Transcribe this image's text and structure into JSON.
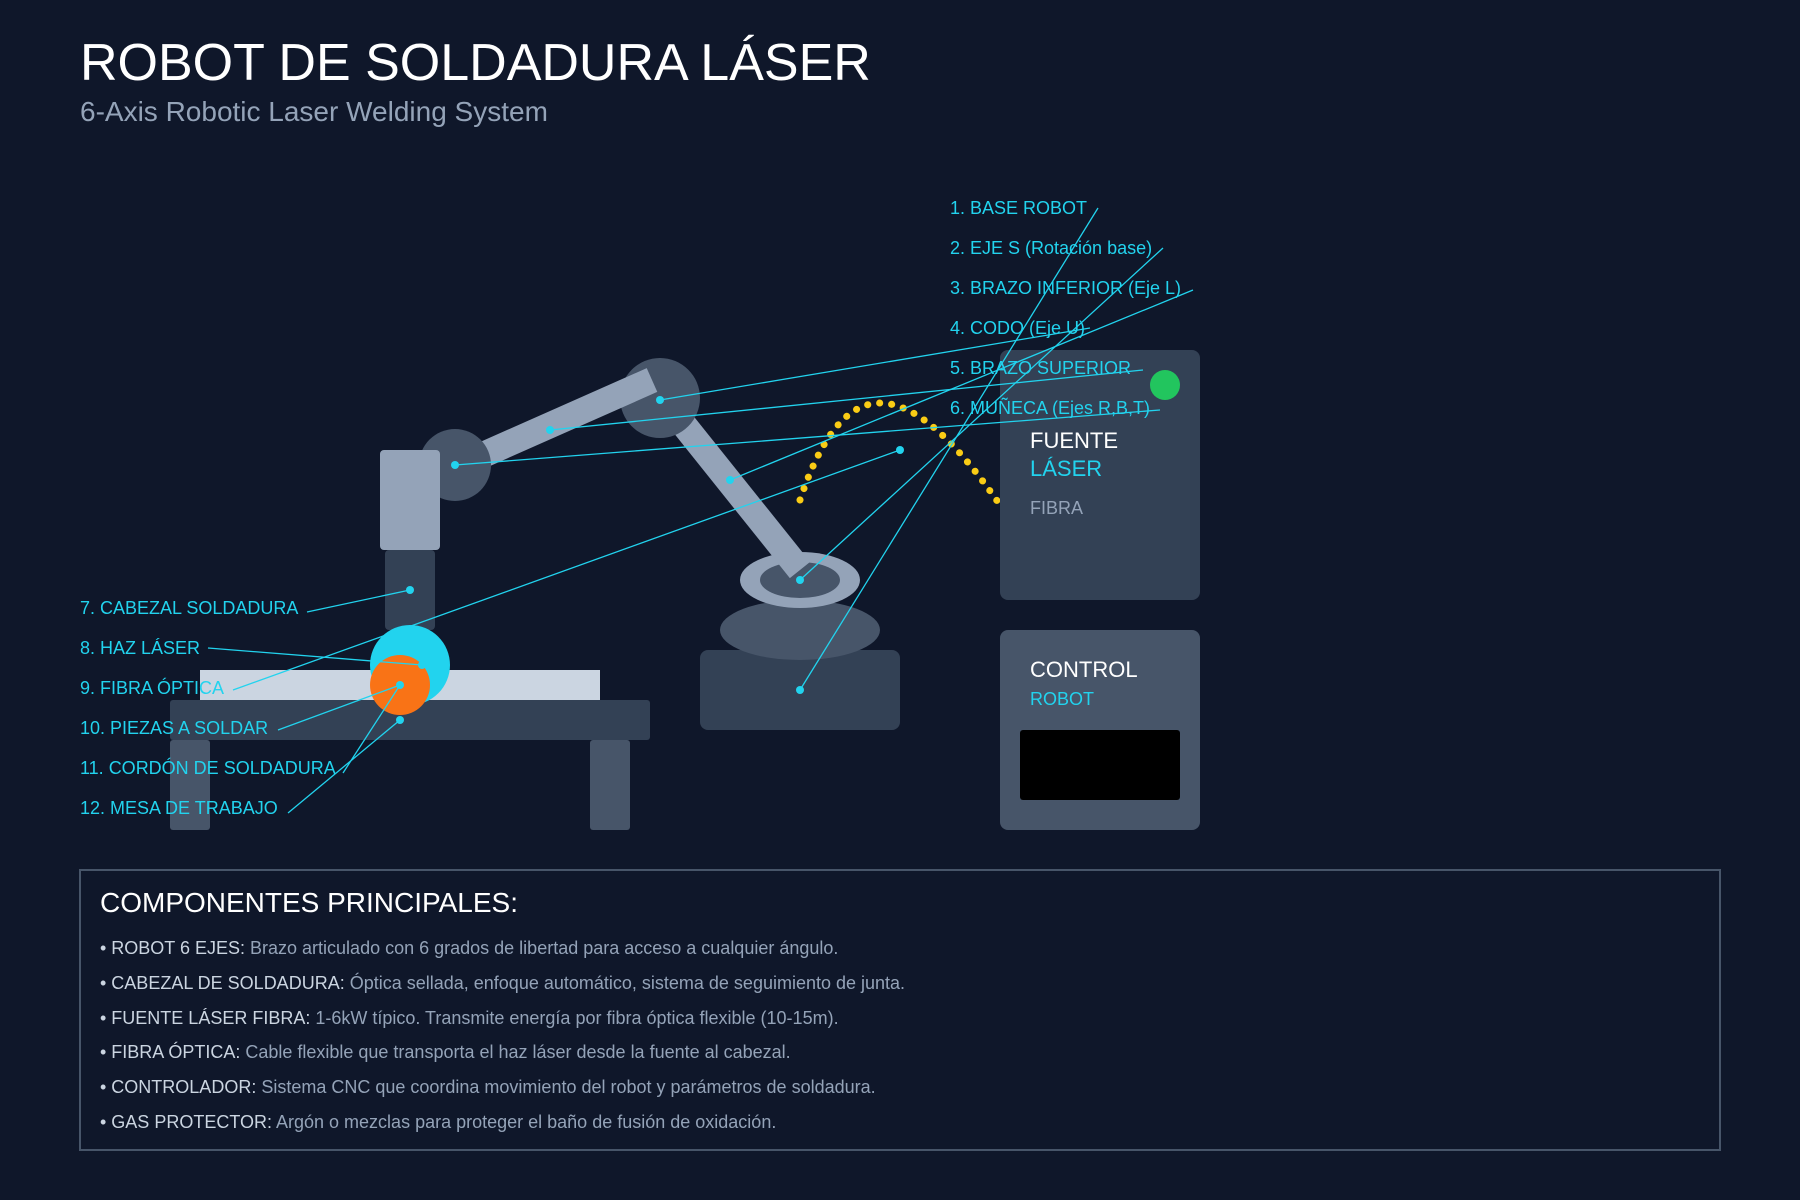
{
  "title": "ROBOT DE SOLDADURA LÁSER",
  "subtitle": "6-Axis Robotic Laser Welding System",
  "labels": {
    "l1": "1. BASE ROBOT",
    "l2": "2. EJE S (Rotación base)",
    "l3": "3. BRAZO INFERIOR (Eje L)",
    "l4": "4. CODO (Eje U)",
    "l5": "5. BRAZO SUPERIOR",
    "l6": "6. MUÑECA (Ejes R,B,T)",
    "l7": "7. CABEZAL SOLDADURA",
    "l8": "8. HAZ LÁSER",
    "l9": "9. FIBRA ÓPTICA",
    "l10": "10. PIEZAS A SOLDAR",
    "l11": "11. CORDÓN DE SOLDADURA",
    "l12": "12. MESA DE TRABAJO"
  },
  "laser_source": {
    "line1": "FUENTE",
    "line2": "LÁSER",
    "line3": "FIBRA"
  },
  "controller": {
    "line1": "CONTROL",
    "line2": "ROBOT"
  },
  "panel": {
    "title": "COMPONENTES PRINCIPALES:",
    "items": [
      {
        "key": "• ROBOT 6 EJES:",
        "text": " Brazo articulado con 6 grados de libertad para acceso a cualquier ángulo."
      },
      {
        "key": "• CABEZAL DE SOLDADURA:",
        "text": " Óptica sellada, enfoque automático, sistema de seguimiento de junta."
      },
      {
        "key": "• FUENTE LÁSER FIBRA:",
        "text": " 1-6kW típico. Transmite energía por fibra óptica flexible (10-15m)."
      },
      {
        "key": "• FIBRA ÓPTICA:",
        "text": " Cable flexible que transporta el haz láser desde la fuente al cabezal."
      },
      {
        "key": "• CONTROLADOR:",
        "text": " Sistema CNC que coordina movimiento del robot y parámetros de soldadura."
      },
      {
        "key": "• GAS PROTECTOR:",
        "text": " Argón o mezclas para proteger el baño de fusión de oxidación."
      }
    ]
  },
  "colors": {
    "background": "#0f172a",
    "accent": "#22d3ee",
    "robot_arm": "#94a3b8",
    "weld_bead": "#f97316",
    "fiber_cable": "#facc15",
    "status_led": "#22c55e"
  }
}
